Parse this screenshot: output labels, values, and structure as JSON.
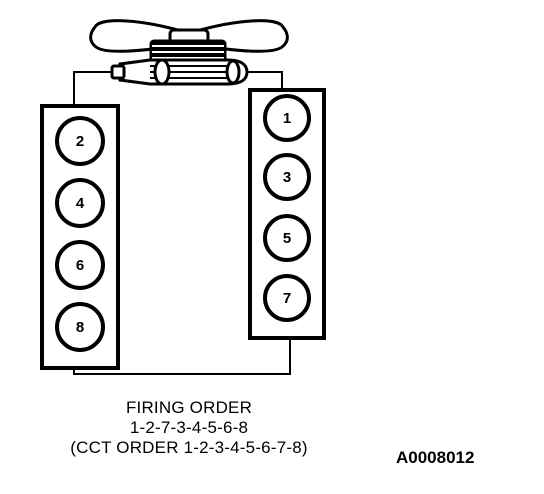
{
  "left_bank": {
    "cylinders": [
      "2",
      "4",
      "6",
      "8"
    ]
  },
  "right_bank": {
    "cylinders": [
      "1",
      "3",
      "5",
      "7"
    ]
  },
  "caption": {
    "title": "FIRING ORDER",
    "order": "1-2-7-3-4-5-6-8",
    "cct_order": "(CCT ORDER 1-2-3-4-5-6-7-8)"
  },
  "figure_id": "A0008012"
}
